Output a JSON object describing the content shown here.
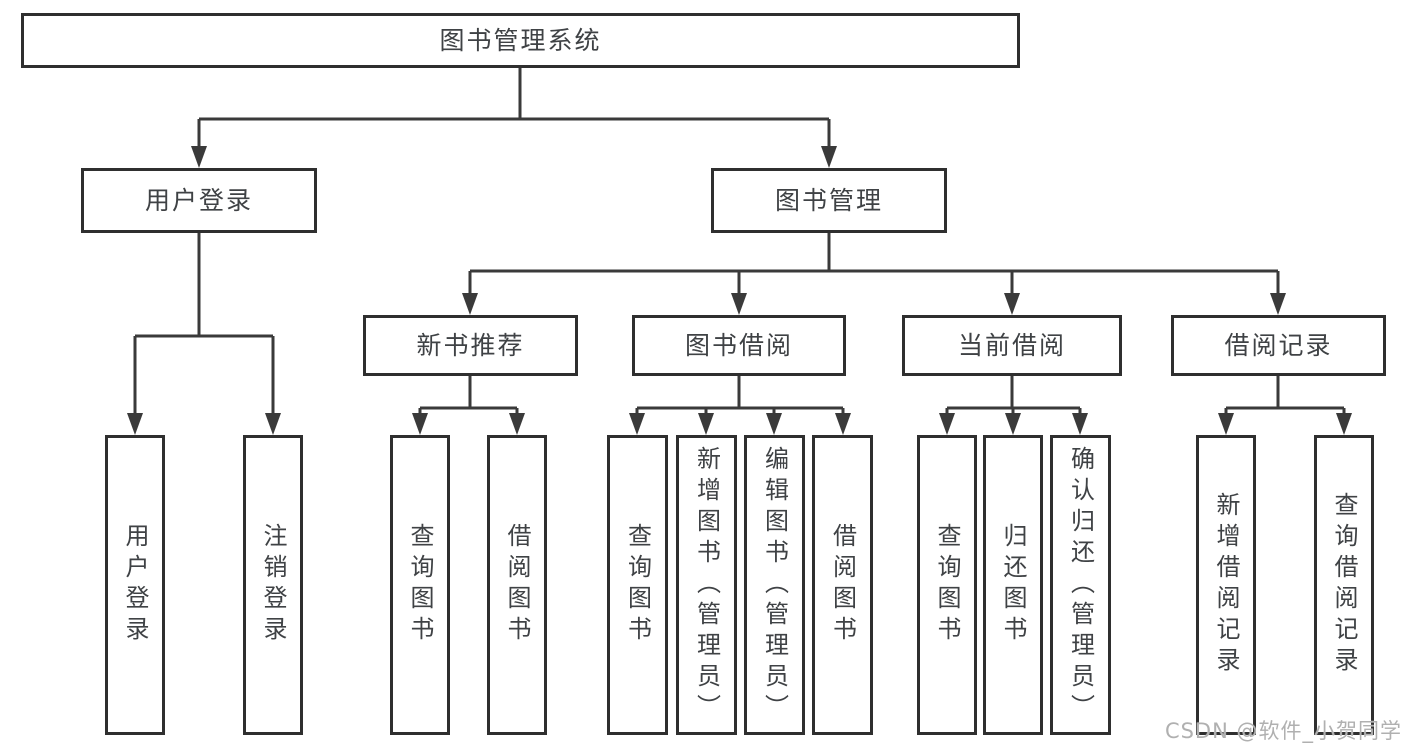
{
  "diagram": {
    "root": {
      "label": "图书管理系统"
    },
    "level1": {
      "user_login": {
        "label": "用户登录"
      },
      "book_mgmt": {
        "label": "图书管理"
      }
    },
    "level2": {
      "new_book": {
        "label": "新书推荐"
      },
      "book_borrow": {
        "label": "图书借阅"
      },
      "current_borrow": {
        "label": "当前借阅"
      },
      "borrow_record": {
        "label": "借阅记录"
      }
    },
    "leaves": {
      "user_login": {
        "login": "用户登录",
        "logout": "注销登录"
      },
      "new_book": {
        "query": "查询图书",
        "borrow": "借阅图书"
      },
      "book_borrow": {
        "query": "查询图书",
        "add": "新增图书（管理员）",
        "edit": "编辑图书（管理员）",
        "borrow": "借阅图书"
      },
      "current_borrow": {
        "query": "查询图书",
        "return": "归还图书",
        "confirm": "确认归还（管理员）"
      },
      "borrow_record": {
        "add": "新增借阅记录",
        "query": "查询借阅记录"
      }
    }
  },
  "watermark": {
    "text": "CSDN @软件_小贺同学"
  },
  "colors": {
    "background": "#ffffff",
    "border": "#2f2f2f",
    "line": "#3a3a3a",
    "text": "#3f4245",
    "watermark": "#b0b0b0"
  }
}
